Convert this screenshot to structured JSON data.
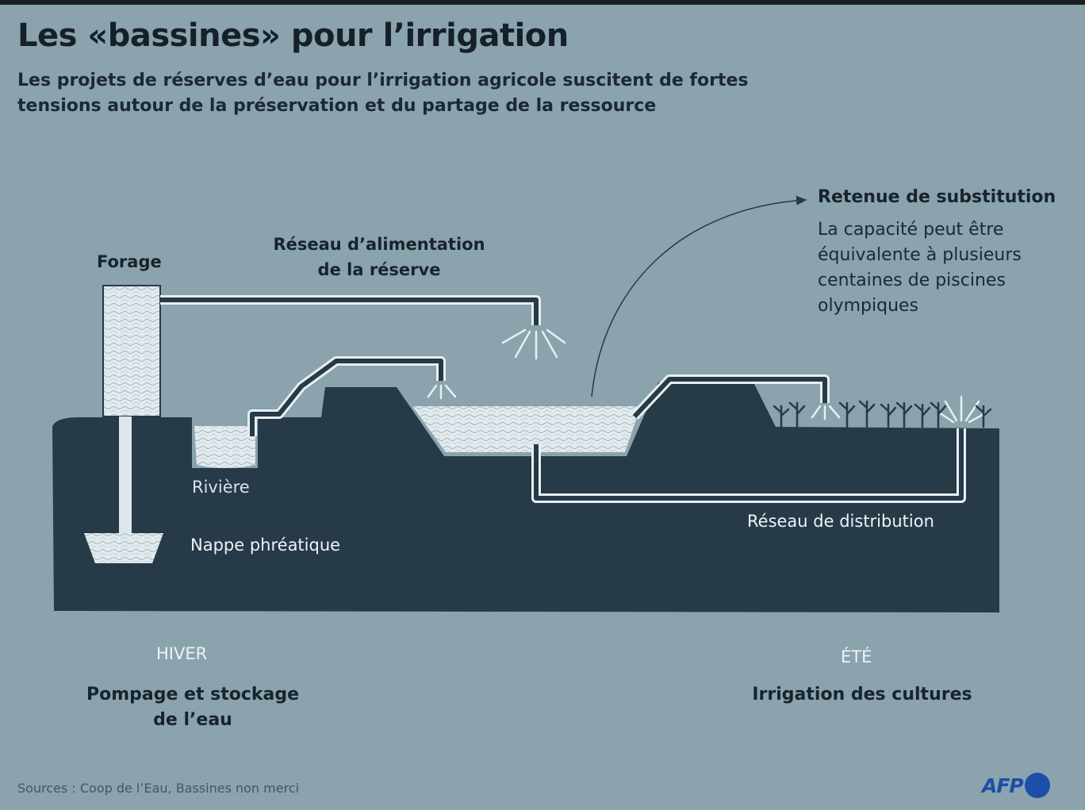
{
  "title": "Les «bassines» pour l’irrigation",
  "subtitle": "Les projets de réserves d’eau pour l’irrigation agricole suscitent de fortes tensions autour de la préservation et du partage de la ressource",
  "labels": {
    "forage": "Forage",
    "reseau_alimentation_line1": "Réseau d’alimentation",
    "reseau_alimentation_line2": "de la réserve",
    "riviere": "Rivière",
    "nappe": "Nappe phréatique",
    "reseau_distribution": "Réseau de distribution"
  },
  "callout": {
    "title": "Retenue de substitution",
    "body": "La capacité peut être équivalente à plusieurs centaines de piscines olympiques"
  },
  "seasons": {
    "winter": {
      "name": "HIVER",
      "desc_line1": "Pompage et stockage",
      "desc_line2": "de l’eau"
    },
    "summer": {
      "name": "ÉTÉ",
      "desc": "Irrigation des cultures"
    }
  },
  "source": "Sources : Coop de l’Eau, Bassines non merci",
  "logo": "AFP",
  "colors": {
    "background": "#8aa3ad",
    "ground": "#263a48",
    "water": "#dde6ea",
    "afp_blue": "#1d4ea8"
  }
}
